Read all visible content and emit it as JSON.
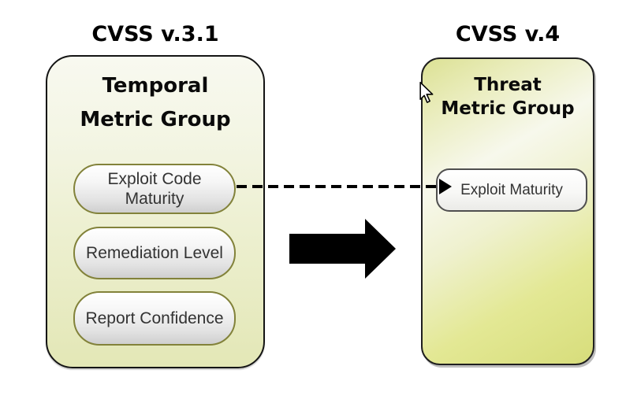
{
  "left_panel": {
    "title": "CVSS v.3.1",
    "group": {
      "header_lines": [
        "Temporal",
        "Metric Group"
      ],
      "items": [
        {
          "lines": [
            "Exploit Code",
            "Maturity"
          ]
        },
        {
          "lines": [
            "Remediation Level"
          ]
        },
        {
          "lines": [
            "Report Confidence"
          ]
        }
      ]
    }
  },
  "right_panel": {
    "title": "CVSS v.4",
    "group": {
      "header_lines": [
        "Threat",
        "Metric Group"
      ],
      "items": [
        {
          "lines": [
            "Exploit Maturity"
          ]
        }
      ]
    }
  },
  "connections": {
    "mapping_arrow": {
      "from": "Exploit Code Maturity",
      "to": "Exploit Maturity",
      "style": "dashed"
    },
    "transition_arrow": {
      "from": "CVSS v.3.1",
      "to": "CVSS v.4",
      "style": "solid-block"
    }
  },
  "cursor": {
    "type": "arrow-pointer"
  },
  "colors": {
    "arrow": "#000000",
    "box_border": "#141414",
    "pill_border_olive": "#82823a",
    "left_box_top": "#f8f9f0",
    "left_box_bottom": "#e3e7b6",
    "right_box_accent": "#d7dd7b",
    "pill_text": "#333333",
    "cursor_fill": "#ffffff"
  }
}
